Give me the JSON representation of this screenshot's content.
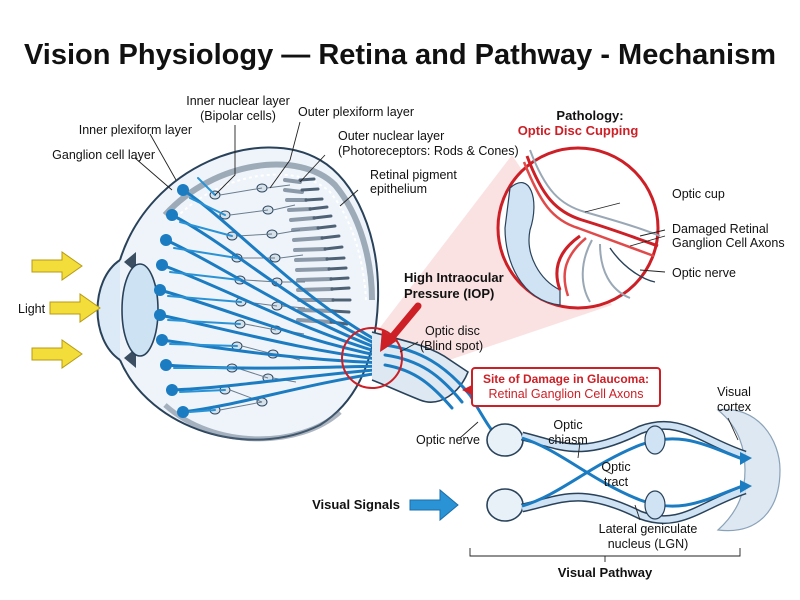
{
  "title": "Vision Physiology — Retina and Pathway - Mechanism",
  "labels": {
    "inner_nuclear_1": "Inner nuclear layer",
    "inner_nuclear_2": "(Bipolar cells)",
    "outer_plexiform": "Outer plexiform layer",
    "inner_plexiform": "Inner plexiform layer",
    "outer_nuclear_1": "Outer nuclear layer",
    "outer_nuclear_2": "(Photoreceptors: Rods & Cones)",
    "ganglion": "Ganglion cell layer",
    "rpe_1": "Retinal pigment",
    "rpe_2": "epithelium",
    "light": "Light",
    "iop_1": "High Intraocular",
    "iop_2": "Pressure (IOP)",
    "optic_disc_1": "Optic disc",
    "optic_disc_2": "(Blind spot)",
    "optic_nerve": "Optic nerve",
    "chiasm_1": "Optic",
    "chiasm_2": "chiasm",
    "tract_1": "Optic",
    "tract_2": "tract",
    "visual_cortex_1": "Visual",
    "visual_cortex_2": "cortex",
    "lgn_1": "Lateral geniculate",
    "lgn_2": "nucleus (LGN)",
    "visual_signals": "Visual Signals",
    "visual_pathway": "Visual Pathway"
  },
  "pathology": {
    "heading": "Pathology:",
    "subheading": "Optic Disc Cupping",
    "optic_cup": "Optic cup",
    "damaged_1": "Damaged Retinal",
    "damaged_2": "Ganglion Cell Axons",
    "optic_nerve": "Optic nerve"
  },
  "damage_box": {
    "line1": "Site of Damage in Glaucoma:",
    "line2": "Retinal Ganglion Cell Axons"
  },
  "colors": {
    "axon_blue": "#1b7cc2",
    "arrow_yellow": "#f2dd3a",
    "alert_red": "#cc1f26",
    "outline": "#29425a"
  }
}
